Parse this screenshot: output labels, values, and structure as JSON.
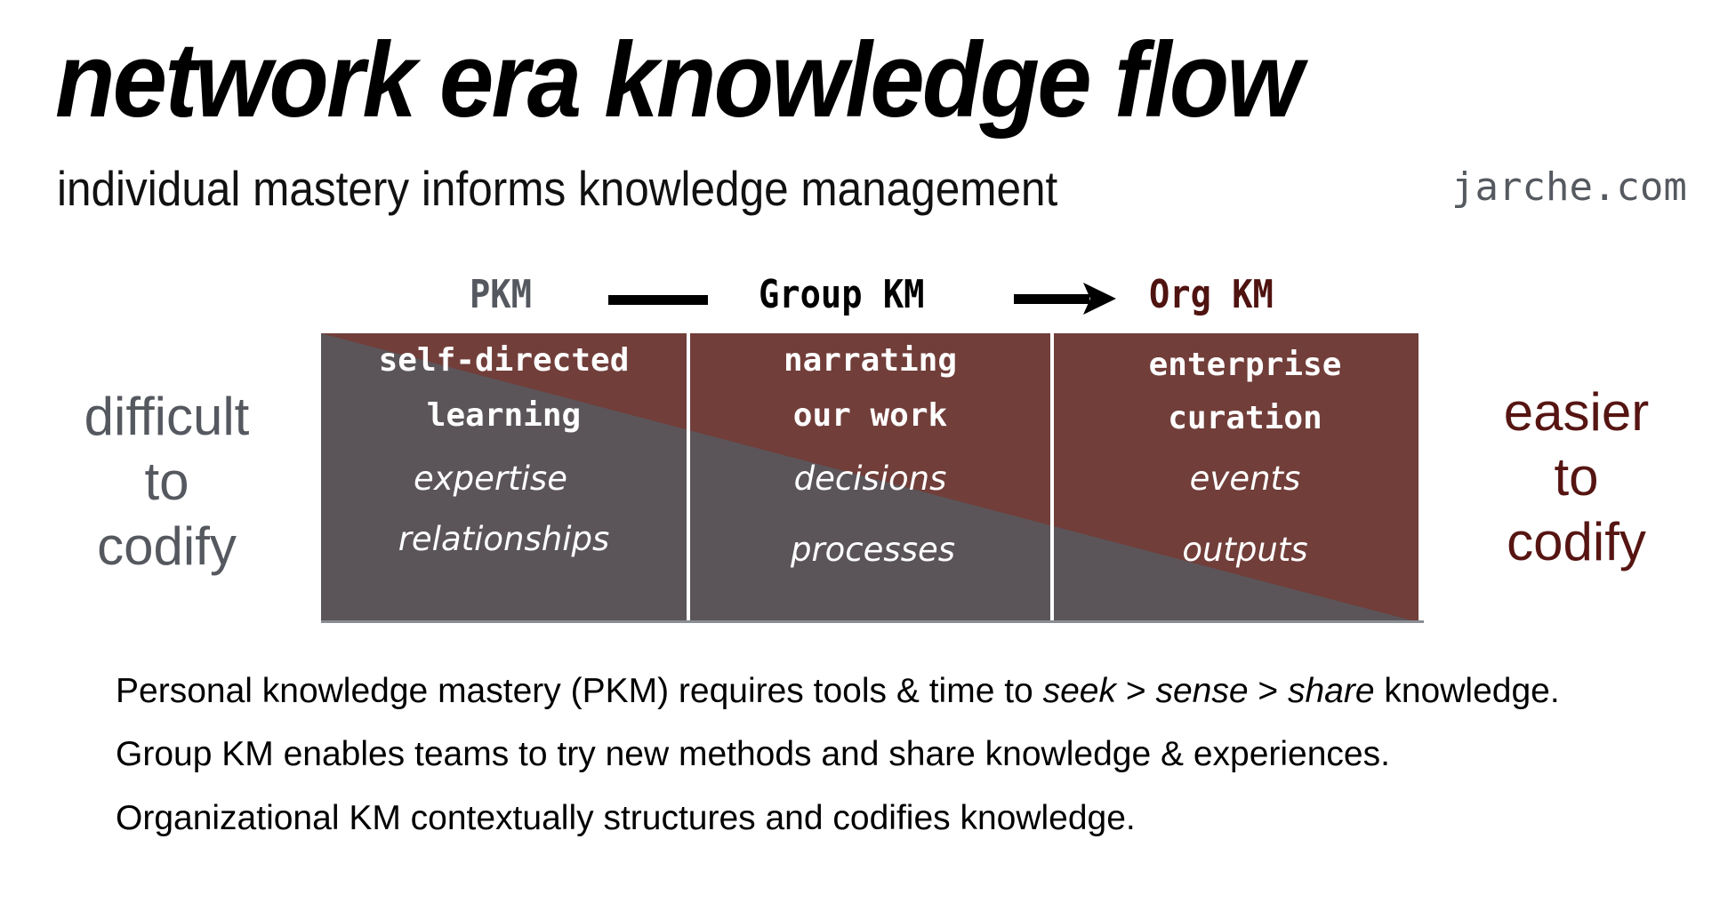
{
  "header": {
    "title": "network era knowledge flow",
    "subtitle": "individual mastery informs knowledge management",
    "site": "jarche.com"
  },
  "stages": [
    {
      "label": "PKM",
      "color": "#55595f"
    },
    {
      "label": "Group KM",
      "color": "#000000"
    },
    {
      "label": "Org KM",
      "color": "#4f1310"
    }
  ],
  "connectors": {
    "first": "line",
    "second": "arrow-right-icon"
  },
  "columns": [
    {
      "heading_line1": "self-directed",
      "heading_line2": "learning",
      "items": [
        "expertise",
        "relationships"
      ]
    },
    {
      "heading_line1": "narrating",
      "heading_line2": "our work",
      "items": [
        "decisions",
        "processes"
      ]
    },
    {
      "heading_line1": "enterprise",
      "heading_line2": "curation",
      "items": [
        "events",
        "outputs"
      ]
    }
  ],
  "side_labels": {
    "left": {
      "line1": "difficult",
      "line2": "to",
      "line3": "codify",
      "color": "#55595f"
    },
    "right": {
      "line1": "easier",
      "line2": "to",
      "line3": "codify",
      "color": "#561512"
    }
  },
  "colors": {
    "tacit_grey": "#5b5559",
    "explicit_red": "#713e3a",
    "divider": "#ffffff",
    "baseline": "#8a8d93"
  },
  "descriptions": {
    "line1_pre": "Personal knowledge mastery (PKM) requires tools & time to ",
    "line1_seek": "seek",
    "line1_sep1": " > ",
    "line1_sense": "sense",
    "line1_sep2": " > ",
    "line1_share": "share",
    "line1_post": " knowledge.",
    "line2": "Group KM enables teams to try new methods and share knowledge & experiences.",
    "line3": "Organizational KM contextually structures and codifies knowledge."
  }
}
